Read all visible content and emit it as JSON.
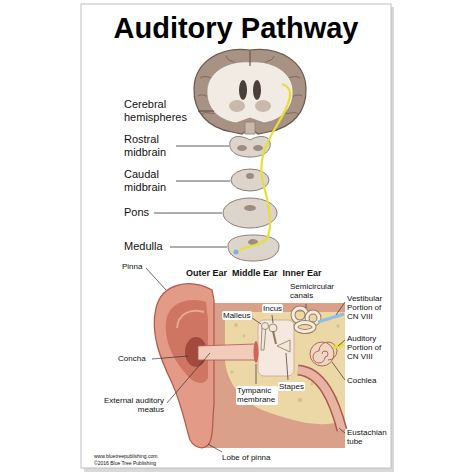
{
  "diagram": {
    "title": "Auditory Pathway",
    "labels": [
      "Cerebral hemispheres",
      "Rostral midbrain",
      "Caudal midbrain",
      "Pons",
      "Medulla",
      "Outer Ear",
      "Middle Ear",
      "Inner Ear",
      "Pinna",
      "Semicircular canals",
      "Vestibular Portion of CN VIII",
      "Incus",
      "Malleus",
      "Auditory Portion of CN VIII",
      "Concha",
      "Stapes",
      "Cochlea",
      "Tympanic membrane",
      "External auditory meatus",
      "Eustachian tube",
      "Lobe of pinna",
      "www.bluetreepublishing.com",
      "©2016 Blue Tree Publishing"
    ]
  }
}
